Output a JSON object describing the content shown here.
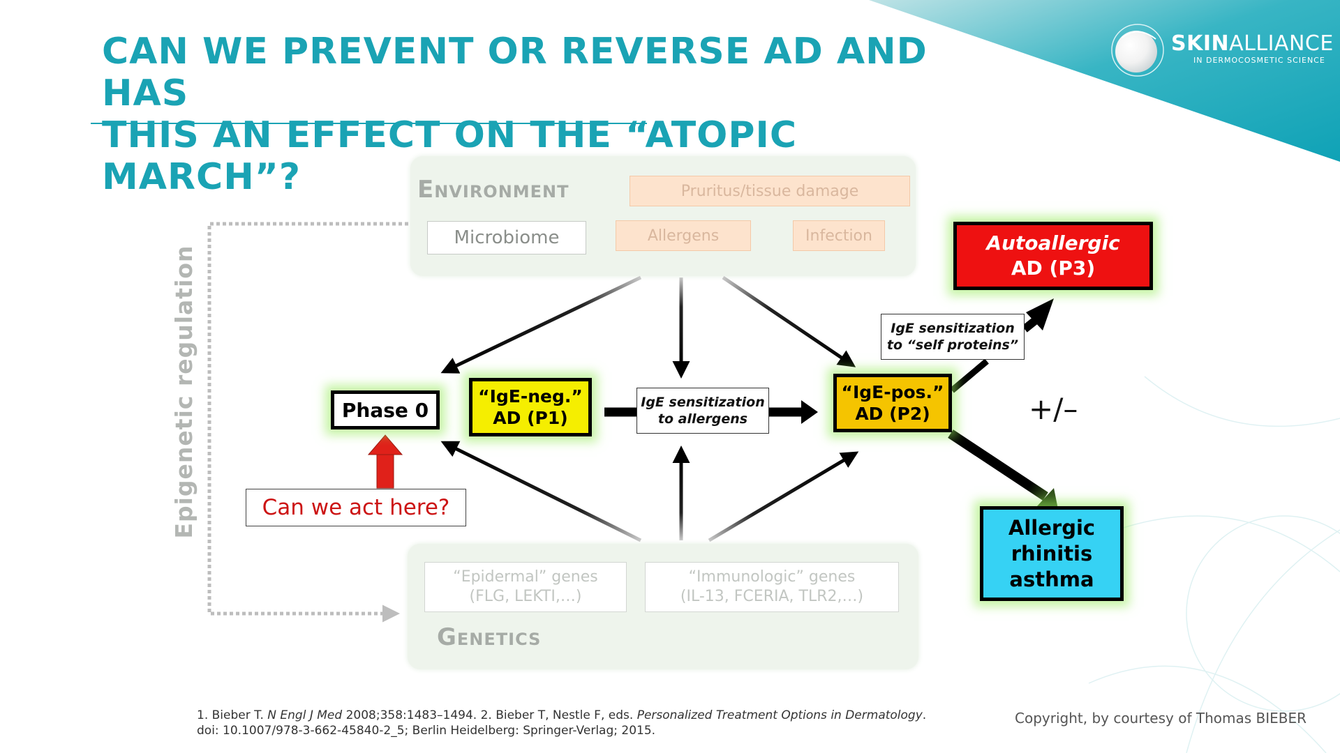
{
  "slide": {
    "title_line1": "CAN WE PREVENT OR REVERSE AD AND HAS",
    "title_line2": "THIS AN EFFECT ON THE “ATOPIC MARCH”?",
    "accent_color": "#1aa3b4"
  },
  "logo": {
    "name_bold": "SKIN",
    "name_light": "ALLIANCE",
    "tagline": "IN DERMOCOSMETIC SCIENCE"
  },
  "environment": {
    "title": "Environment",
    "microbiome": "Microbiome",
    "pruritus": "Pruritus/tissue damage",
    "allergens": "Allergens",
    "infection": "Infection"
  },
  "genetics": {
    "title": "Genetics",
    "epidermal_line1": "“Epidermal” genes",
    "epidermal_line2": "(FLG, LEKTI,…)",
    "immunologic_line1": "“Immunologic” genes",
    "immunologic_line2": "(IL-13, FCERIA, TLR2,…)"
  },
  "epigenetic_label": "Epigenetic regulation",
  "nodes": {
    "phase0": "Phase 0",
    "p1_line1": "“IgE-neg.”",
    "p1_line2": "AD (P1)",
    "p2_line1": "“IgE-pos.”",
    "p2_line2": "AD (P2)",
    "p3_line1": "Autoallergic",
    "p3_line2": "AD (P3)",
    "allergic_line1": "Allergic",
    "allergic_line2": "rhinitis",
    "allergic_line3": "asthma"
  },
  "node_colors": {
    "p1": "#f5ee00",
    "p2": "#f5c400",
    "p3": "#ee1111",
    "allergic": "#36d2f4"
  },
  "notes": {
    "ige_allergens_line1": "IgE sensitization",
    "ige_allergens_line2": "to allergens",
    "ige_self_line1": "IgE sensitization",
    "ige_self_line2": "to “self proteins”",
    "plus_minus": "+/–"
  },
  "question": "Can we act here?",
  "references": {
    "line1_a": "1. Bieber T. ",
    "line1_journal": "N Engl J Med",
    "line1_b": " 2008;358:1483–1494. 2. Bieber T, Nestle F, eds. ",
    "line1_book": "Personalized Treatment Options in Dermatology",
    "line1_c": ".",
    "line2": "doi: 10.1007/978-3-662-45840-2_5; Berlin Heidelberg: Springer-Verlag; 2015."
  },
  "copyright": "Copyright, by courtesy of Thomas BIEBER"
}
